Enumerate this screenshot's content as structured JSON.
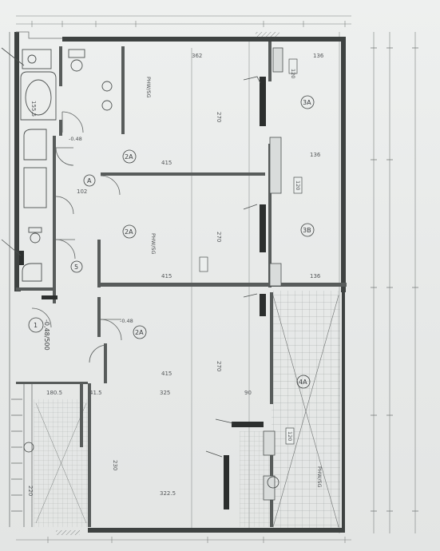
{
  "labels": {
    "room_1": "1",
    "room_2a_top": "2A",
    "room_2a_mid": "2A",
    "room_2a_low": "2A",
    "room_3a_top": "3A",
    "room_3b": "3B",
    "room_4a": "4A",
    "room_5": "5",
    "room_a": "A",
    "dim_top_1": "362",
    "dim_top_2": "136",
    "dim_mid_1": "415",
    "dim_mid_2": "415",
    "dim_mid_3": "415",
    "dim_mid_4": "136",
    "dim_low_1": "325",
    "dim_low_2": "90",
    "dim_low_3": "322.5",
    "dim_v_1": "270",
    "dim_v_2": "270",
    "dim_v_3": "270",
    "dim_bath": "155.5",
    "dim_stair_1": "180.5",
    "dim_stair_2": "220",
    "dim_stair_3": "41.5",
    "dim_misc_1": "102",
    "dim_misc_2": "136",
    "dim_misc_3": "230",
    "level_tag": "-0.48",
    "level_tag_2": "-0.48",
    "door_tag_1": "120",
    "door_tag_2": "120",
    "door_tag_3": "120",
    "stamp_text": "-0,48/500",
    "area_1": "PHW/SG",
    "area_2": "PHW/SG",
    "area_3": "PHW/SG"
  }
}
